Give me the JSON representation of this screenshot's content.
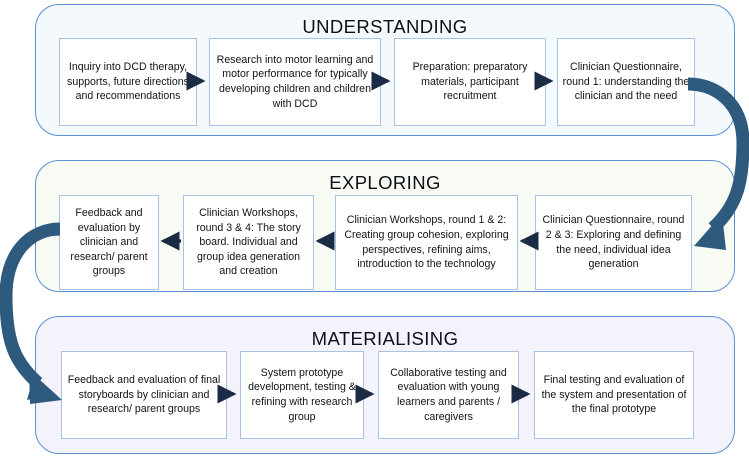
{
  "diagram": {
    "title_hidden": "Co-design process flow: Understanding, Exploring, Materialising",
    "colors": {
      "phase_border": "#5b8fd4",
      "node_border": "#a8c2e3",
      "node_fill": "#ffffff",
      "small_arrow": "#1c2b44",
      "curved_arrow": "#2e5a7d",
      "understanding_fill": "#f4f9fd",
      "exploring_fill": "#f7fbf4",
      "materialising_fill": "#f4f2fb",
      "text": "#111418"
    }
  },
  "phases": [
    {
      "id": "understanding",
      "title": "UNDERSTANDING",
      "flow_direction": "left-to-right",
      "nodes": [
        {
          "id": "u-n0",
          "text": "Inquiry into DCD therapy, supports, future directions and recommendations"
        },
        {
          "id": "u-n1",
          "text": "Research into motor learning and motor performance for typically developing children and children with DCD"
        },
        {
          "id": "u-n2",
          "text": "Preparation: preparatory materials, participant recruitment"
        },
        {
          "id": "u-n3",
          "text": "Clinician Questionnaire, round 1: understanding  the clinician and the need"
        }
      ]
    },
    {
      "id": "exploring",
      "title": "EXPLORING",
      "flow_direction": "right-to-left",
      "nodes": [
        {
          "id": "e-n0",
          "text": "Feedback and evaluation by clinician and research/ parent groups"
        },
        {
          "id": "e-n1",
          "text": "Clinician Workshops, round 3 & 4: The story board. Individual and group idea generation and creation"
        },
        {
          "id": "e-n2",
          "text": "Clinician Workshops, round 1 & 2: Creating group cohesion, exploring perspectives, refining aims, introduction to the technology"
        },
        {
          "id": "e-n3",
          "text": "Clinician Questionnaire, round 2 & 3: Exploring and defining the need, individual idea generation"
        }
      ]
    },
    {
      "id": "materialising",
      "title": "MATERIALISING",
      "flow_direction": "left-to-right",
      "nodes": [
        {
          "id": "m-n0",
          "text": "Feedback and evaluation of final storyboards by clinician and research/ parent groups"
        },
        {
          "id": "m-n1",
          "text": "System prototype development, testing & refining with research group"
        },
        {
          "id": "m-n2",
          "text": "Collaborative testing and evaluation with young learners and parents / caregivers"
        },
        {
          "id": "m-n3",
          "text": "Final testing and evaluation of the system and presentation of the final prototype"
        }
      ]
    }
  ],
  "connectors": {
    "inline": [
      {
        "name": "arrow-u0-to-u1",
        "direction": "right"
      },
      {
        "name": "arrow-u1-to-u2",
        "direction": "right"
      },
      {
        "name": "arrow-u2-to-u3",
        "direction": "right"
      },
      {
        "name": "arrow-e3-to-e2",
        "direction": "left"
      },
      {
        "name": "arrow-e2-to-e1",
        "direction": "left"
      },
      {
        "name": "arrow-e1-to-e0",
        "direction": "left"
      },
      {
        "name": "arrow-m0-to-m1",
        "direction": "right"
      },
      {
        "name": "arrow-m1-to-m2",
        "direction": "right"
      },
      {
        "name": "arrow-m2-to-m3",
        "direction": "right"
      }
    ],
    "curved": [
      {
        "name": "curved-arrow-understanding-to-exploring",
        "from": "understanding",
        "to": "exploring",
        "side": "right"
      },
      {
        "name": "curved-arrow-exploring-to-materialising",
        "from": "exploring",
        "to": "materialising",
        "side": "left"
      }
    ]
  }
}
